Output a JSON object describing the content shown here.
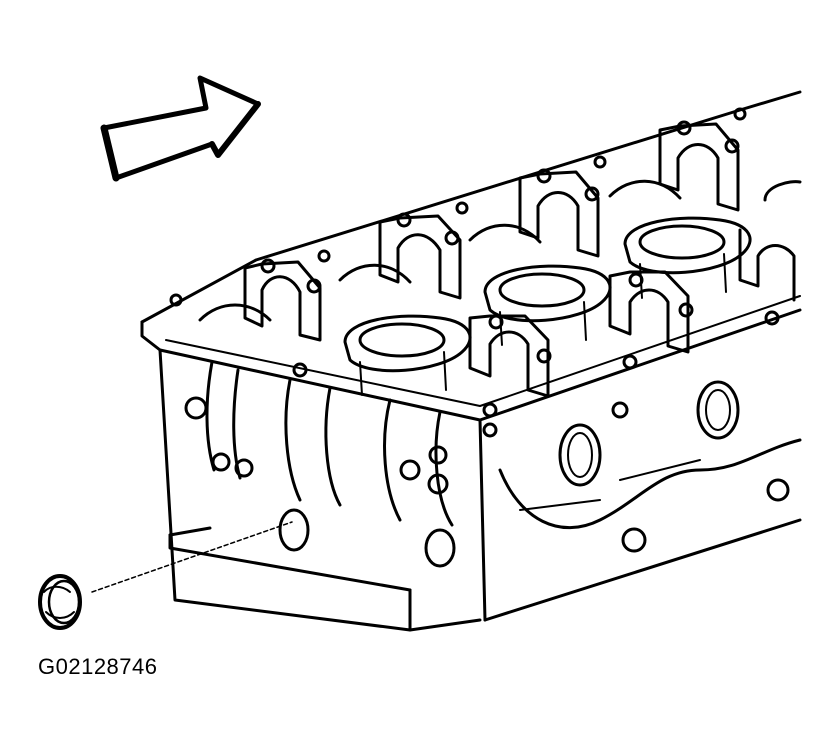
{
  "figure": {
    "id_label": "G02128746",
    "ink_color": "#000000",
    "paper_color": "#ffffff",
    "components": [
      "direction-arrow-icon",
      "cylinder-head",
      "camshaft-bearing-caps",
      "spark-plug-tube-seals",
      "seal-ring",
      "leader-line"
    ]
  }
}
